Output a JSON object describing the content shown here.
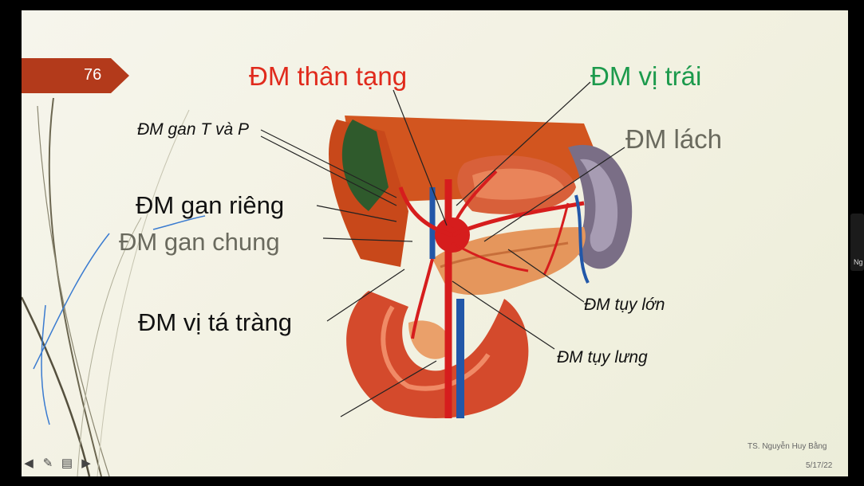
{
  "slide": {
    "number": "76",
    "title_celiac": "ĐM thân tạng",
    "label_left_gastric": "ĐM vị trái",
    "label_splenic": "ĐM lách",
    "label_hepatic_lr": "ĐM gan T và P",
    "label_proper_hepatic": "ĐM gan riêng",
    "label_common_hepatic": "ĐM gan chung",
    "label_gastroduodenal": "ĐM vị tá tràng",
    "label_great_pancreatic": "ĐM tụy lớn",
    "label_dorsal_pancreatic": "ĐM tụy lưng",
    "author": "TS. Nguyễn Huy Bằng",
    "date": "5/17/22",
    "colors": {
      "tab": "#b33a1b",
      "red_label": "#e02a1c",
      "green_label": "#1c9a4c",
      "grey_label": "#6a6a5e"
    }
  },
  "nav": {
    "icons": [
      "arrow-left-icon",
      "pen-icon",
      "menu-icon",
      "arrow-right-icon"
    ]
  },
  "side_panel": {
    "text": "Ng"
  }
}
